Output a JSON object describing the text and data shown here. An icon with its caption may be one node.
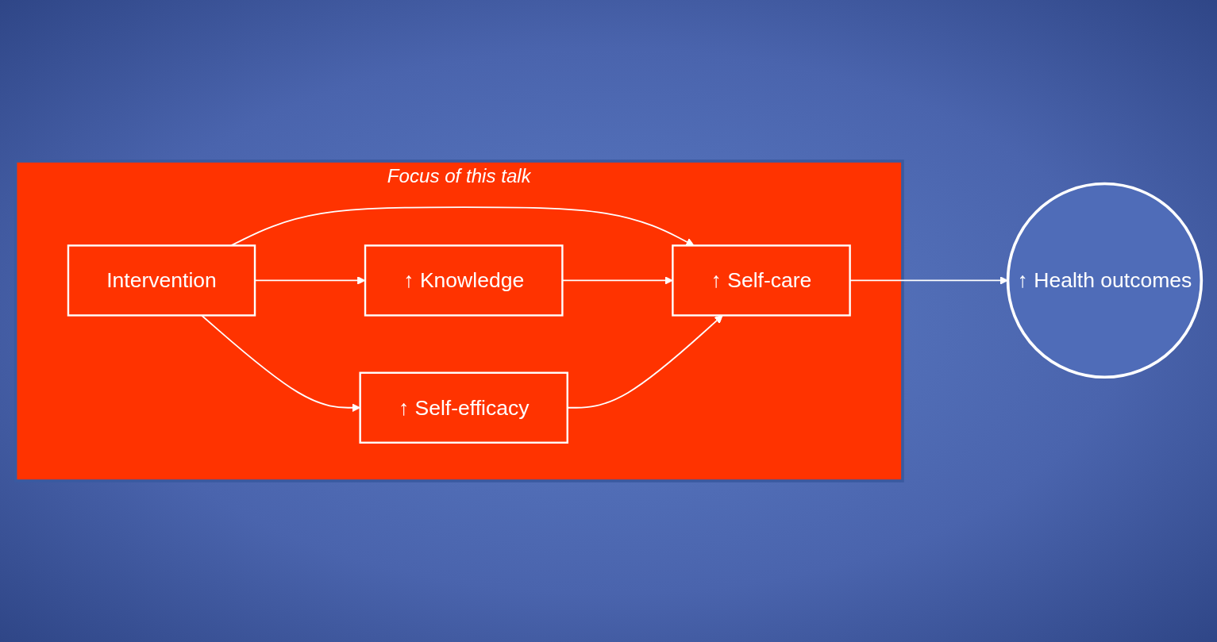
{
  "diagram": {
    "nodes": [
      {
        "text": [
          "Focus of this talk"
        ]
      },
      {
        "text": [
          "Intervention"
        ],
        "in": 0
      },
      {
        "text": [
          "↑ Knowledge"
        ],
        "in": 0
      },
      {
        "text": [
          "↑ Self-efficacy"
        ],
        "in": 0
      },
      {
        "text": [
          "↑ Self-care"
        ],
        "in": 0
      },
      {
        "text": [
          "↑ Health outcomes"
        ]
      }
    ],
    "edges": [
      {
        "from": 1,
        "to": 2,
        "arrow": "to"
      },
      {
        "from": 1,
        "to": 4,
        "arrow": "to"
      },
      {
        "from": 1,
        "to": 3,
        "arrow": "to"
      },
      {
        "from": 2,
        "to": 4,
        "arrow": "to"
      },
      {
        "from": 3,
        "to": 4,
        "arrow": "to"
      },
      {
        "from": 4,
        "to": 5,
        "arrow": "to"
      }
    ]
  }
}
